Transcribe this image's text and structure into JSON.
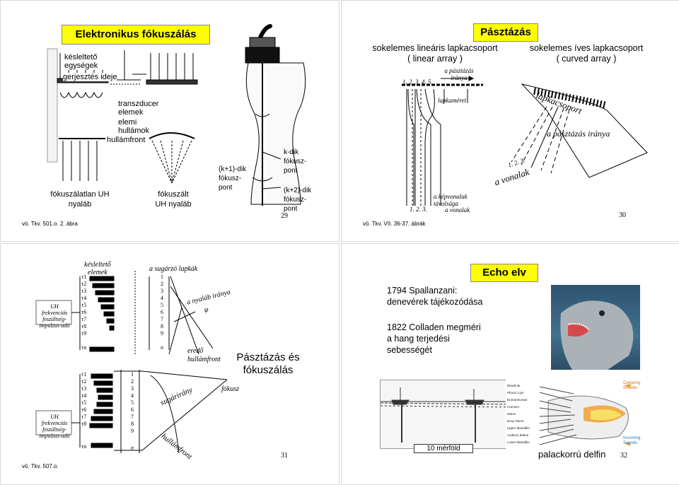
{
  "slide29": {
    "title": "Elektronikus fókuszálás",
    "labels": {
      "delay_units": "késleltető egységek",
      "excitation_time": "gerjesztés ideje",
      "transducer": "transzducer elemek",
      "elementary_waves": "elemi hullámok",
      "wavefront": "hullámfront",
      "unfocused": "fókuszálatlan UH nyaláb",
      "focused": "fókuszált UH nyaláb",
      "k1_focus_a": "(k+1)-dik",
      "k1_focus_b": "fókusz-",
      "k1_focus_c": "pont",
      "k_focus_a": "k-dik",
      "k_focus_b": "fókusz-",
      "k_focus_c": "pont",
      "k2_focus_a": "(k+2)-dik",
      "k2_focus_b": "fókusz-",
      "k2_focus_c": "pont"
    },
    "page_number": "29",
    "reference": "vö. Tkv. 501.o. 2. ábra"
  },
  "slide30": {
    "title": "Pásztázás",
    "linear_heading": "sokelemes lineáris lapkacsoport",
    "linear_sub": "( linear array )",
    "curved_heading": "sokelemes íves lapkacsoport",
    "curved_sub": "( curved array )",
    "labels": {
      "scan_direction_a": "a pásztázás",
      "scan_direction_b": "iránya",
      "index_top": "1. 2. 3. 4. 5.",
      "element_size": "lapkaméret",
      "line_distance_a": "a képvonalak",
      "line_distance_b": "távolsága",
      "index_bottom": "1. 2. 3.",
      "lines": "a vonalak",
      "curved_array": "lapkacsoport",
      "curved_scan": "a pásztázás iránya",
      "curved_index": "1. 2. 3.",
      "curved_lines": "a vonalak"
    },
    "page_number": "30",
    "reference": "vö. Tkv. VII. 36-37. ábrák"
  },
  "slide31": {
    "title": "Pásztázás és fókuszálás",
    "labels": {
      "delay_elements_a": "késleltető",
      "delay_elements_b": "elemek",
      "radiating_elements": "a sugárzó lapkák",
      "uh_voltage_a": "UH frekvenciás",
      "uh_voltage_b": "feszültség-",
      "uh_voltage_c": "impulzus-adó",
      "beam_direction": "a nyaláb iránya",
      "phi": "φ",
      "resultant_a": "eredő",
      "resultant_b": "hullámfront",
      "beam_dir_b": "sugárirány",
      "focus": "fókusz",
      "wavefront_b": "hullámfront",
      "uh_voltage2_a": "UH frekvenciás",
      "uh_voltage2_b": "feszültség-",
      "uh_voltage2_c": "impulzus-adó",
      "n": "n"
    },
    "taus": [
      "τ1",
      "τ2",
      "τ3",
      "τ4",
      "τ5",
      "τ6",
      "τ7",
      "τ8",
      "τ9"
    ],
    "tau_n": "τn",
    "nums": [
      "1",
      "2",
      "3",
      "4",
      "5",
      "6",
      "7",
      "8",
      "9"
    ],
    "page_number": "31",
    "reference": "vö. Tkv. 507.o."
  },
  "slide32": {
    "title": "Echo elv",
    "text1_a": "1794 Spallanzani:",
    "text1_b": "denevérek tájékozódása",
    "text2_a": "1822 Colladen megméri",
    "text2_b": "a hang terjedési",
    "text2_c": "sebességét",
    "miles_caption": "10 mérföld",
    "dolphin_caption": "palackorrú delfin",
    "anatomy": [
      "Blowhole",
      "Phonic Lips",
      "Dorsal Bursae",
      "Cranium",
      "Melon",
      "Bony Nares",
      "Upper Mandible",
      "Auditory Bullae",
      "Lower Mandible"
    ],
    "outgoing": "Outgoing Sounds",
    "incoming": "Incoming Sounds",
    "page_number": "32"
  },
  "colors": {
    "title_bg": "#ffff00",
    "ocean": "#3d5f78",
    "sound_orange": "#f0a030",
    "sound_yellow": "#f7e064"
  }
}
